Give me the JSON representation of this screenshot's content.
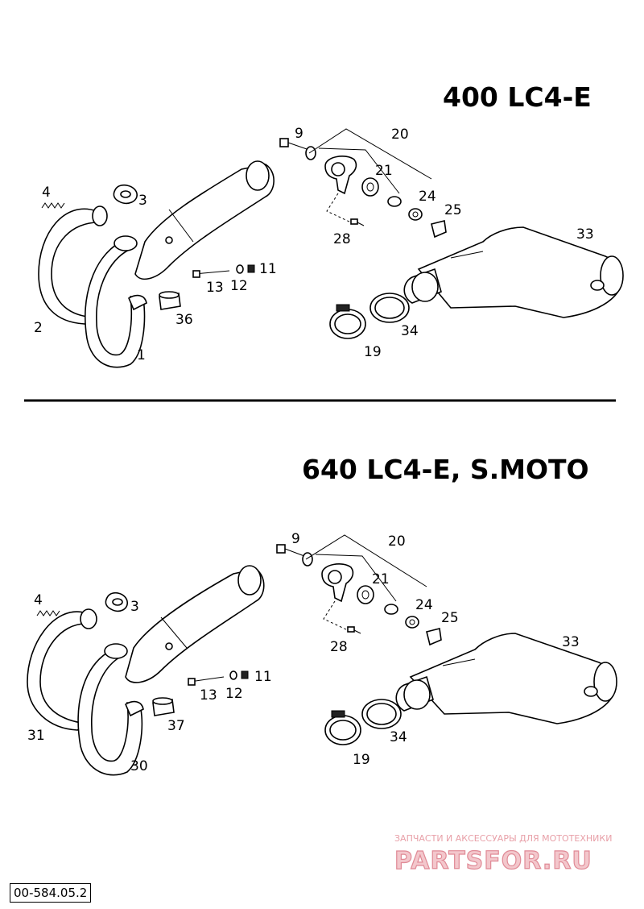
{
  "sections": [
    {
      "title": "400 LC4-E",
      "callouts": [
        "9",
        "20",
        "21",
        "24",
        "25",
        "28",
        "33",
        "4",
        "3",
        "2",
        "1",
        "13",
        "12",
        "11",
        "36",
        "19",
        "34"
      ]
    },
    {
      "title": "640 LC4-E, S.MOTO",
      "callouts": [
        "9",
        "20",
        "21",
        "24",
        "25",
        "28",
        "33",
        "4",
        "3",
        "31",
        "30",
        "13",
        "12",
        "11",
        "37",
        "19",
        "34"
      ]
    }
  ],
  "watermark": {
    "line1": "ЗАПЧАСТИ И АКСЕССУАРЫ ДЛЯ МОТОТЕХНИКИ",
    "line2": "PARTSFOR.RU"
  },
  "doc_id": "00-584.05.2",
  "colors": {
    "ink": "#000000",
    "watermark": "#e08a96"
  }
}
